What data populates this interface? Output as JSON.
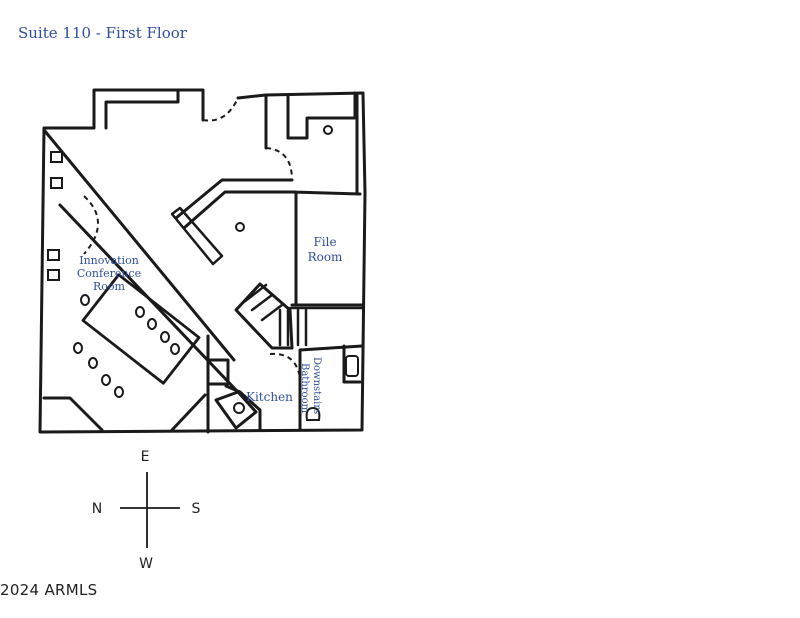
{
  "title": "Suite 110 - First Floor",
  "rooms": {
    "conference": [
      "Innovation",
      "Conference",
      "Room"
    ],
    "file": [
      "File",
      "Room"
    ],
    "kitchen": "Kitchen",
    "bathroom": [
      "Downstairs",
      "Bathroom"
    ]
  },
  "compass": {
    "top": "E",
    "left": "N",
    "right": "S",
    "bottom": "W"
  },
  "copyright": "2024 ARMLS"
}
